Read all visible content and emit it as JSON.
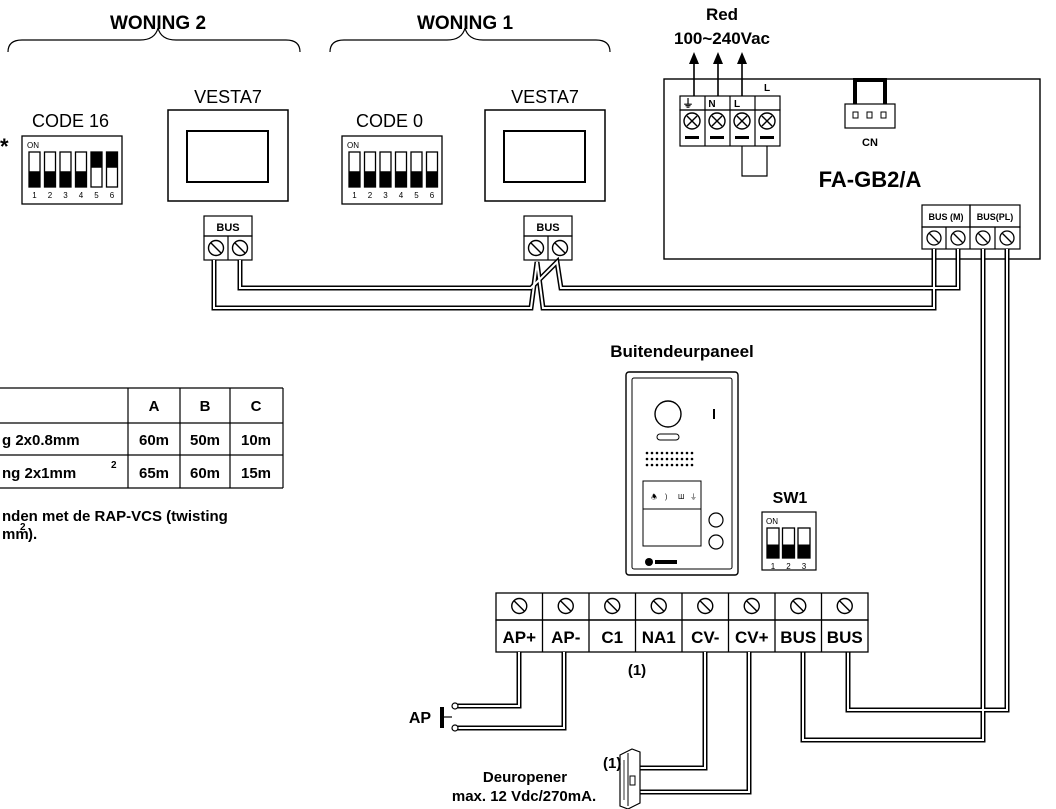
{
  "dwellings": {
    "left": {
      "title": "WONING 2",
      "code": "CODE 16",
      "monitor": "VESTA7",
      "bus": "BUS",
      "dip_on": "ON",
      "dip_numbers": [
        "1",
        "2",
        "3",
        "4",
        "5",
        "6"
      ],
      "dip_states": [
        false,
        false,
        false,
        false,
        true,
        true
      ],
      "asterisk": "*"
    },
    "right": {
      "title": "WONING 1",
      "code": "CODE 0",
      "monitor": "VESTA7",
      "bus": "BUS",
      "dip_on": "ON",
      "dip_numbers": [
        "1",
        "2",
        "3",
        "4",
        "5",
        "6"
      ],
      "dip_states": [
        false,
        false,
        false,
        false,
        false,
        false
      ]
    }
  },
  "power": {
    "title": "Red",
    "voltage": "100~240Vac",
    "terminals": [
      "⏚",
      "N",
      "L",
      "L"
    ]
  },
  "supply": {
    "name": "FA-GB2/A",
    "cn": "CN",
    "bus_m": "BUS (M)",
    "bus_pl": "BUS(PL)"
  },
  "table": {
    "headers": [
      "",
      "A",
      "B",
      "C"
    ],
    "rows": [
      {
        "label": "g 2x0.8mm",
        "values": [
          "60m",
          "50m",
          "10m"
        ]
      },
      {
        "label": "ng 2x1mm",
        "sup": "2",
        "values": [
          "65m",
          "60m",
          "15m"
        ]
      }
    ]
  },
  "note": {
    "line1": "nden met de RAP-VCS (twisting",
    "line2": "mm",
    "sup": "2",
    "end": ")."
  },
  "panel": {
    "title": "Buitendeurpaneel",
    "sw1": "SW1",
    "sw1_on": "ON",
    "sw1_numbers": [
      "1",
      "2",
      "3"
    ],
    "sw1_states": [
      false,
      false,
      false
    ]
  },
  "terminal_strip": {
    "labels": [
      "AP+",
      "AP-",
      "C1",
      "NA1",
      "CV-",
      "CV+",
      "BUS",
      "BUS"
    ],
    "note": "(1)"
  },
  "push_button": {
    "label": "AP"
  },
  "door_opener": {
    "ref": "(1)",
    "line1": "Deuropener",
    "line2": "max. 12 Vdc/270mA."
  }
}
